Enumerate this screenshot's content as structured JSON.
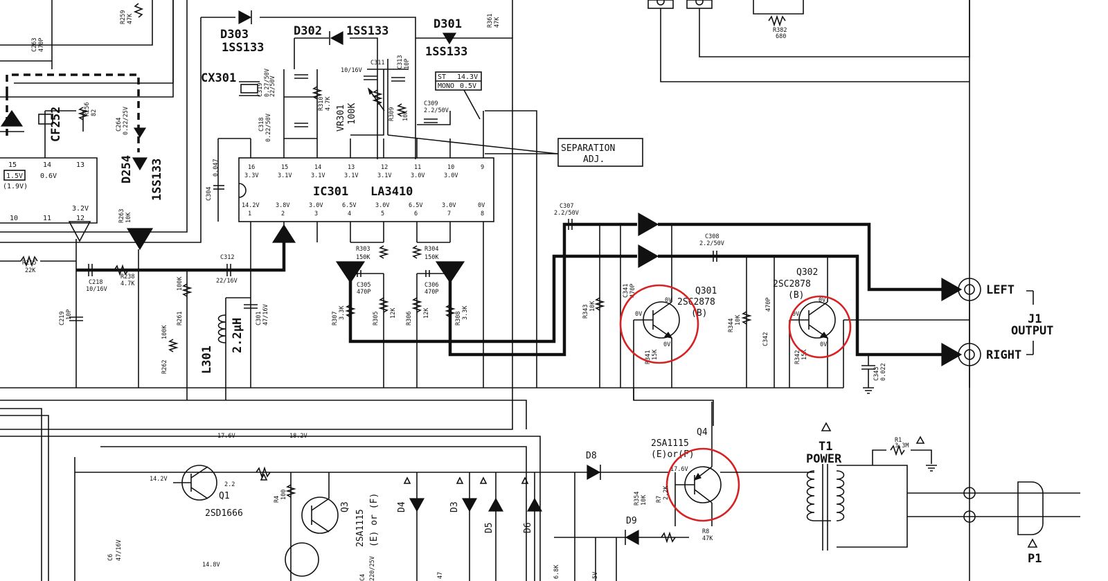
{
  "ic": {
    "ref": "IC301",
    "part": "LA3410",
    "top_pins": [
      {
        "n": "16",
        "v": "3.3V"
      },
      {
        "n": "15",
        "v": "3.1V"
      },
      {
        "n": "14",
        "v": "3.1V"
      },
      {
        "n": "13",
        "v": "3.1V"
      },
      {
        "n": "12",
        "v": "3.1V"
      },
      {
        "n": "11",
        "v": "3.0V"
      },
      {
        "n": "10",
        "v": "3.0V"
      },
      {
        "n": "9",
        "v": ""
      }
    ],
    "bottom_pins": [
      {
        "n": "1",
        "v": "14.2V"
      },
      {
        "n": "2",
        "v": "3.8V"
      },
      {
        "n": "3",
        "v": "3.0V"
      },
      {
        "n": "4",
        "v": "6.5V"
      },
      {
        "n": "5",
        "v": "3.0V"
      },
      {
        "n": "6",
        "v": "6.5V"
      },
      {
        "n": "7",
        "v": "3.0V"
      },
      {
        "n": "8",
        "v": "0V"
      }
    ]
  },
  "left_ic": {
    "pins_top": [
      "15",
      "14",
      "13"
    ],
    "volts_top": [
      "1.5V",
      "0.6V"
    ],
    "volt_paren": "(1.9V)",
    "pins_bottom": [
      "10",
      "11",
      "12"
    ],
    "volt_12": "3.2V"
  },
  "labels": {
    "d303": "D303",
    "d303_part": "1SS133",
    "d302": "D302",
    "d302_part": "1SS133",
    "d301": "D301",
    "d301_part": "1SS133",
    "cx301": "CX301",
    "cf252": "CF252",
    "d254": "D254",
    "d254_part": "1SS133",
    "vr301": "VR301",
    "vr301_val": "100K",
    "separation_1": "SEPARATION",
    "separation_2": "ADJ.",
    "st_label": "ST",
    "st_val": "14.3V",
    "mono_label": "MONO",
    "mono_val": "0.5V",
    "l301": "L301",
    "l301_val": "2.2μH",
    "q301": "Q301",
    "q301_part": "2SC2878",
    "q301_grade": "(B)",
    "q302": "Q302",
    "q302_part": "2SC2878",
    "q302_grade": "(B)",
    "left": "LEFT",
    "right": "RIGHT",
    "j1": "J1",
    "output": "OUTPUT",
    "q4": "Q4",
    "q4_part": "2SA1115",
    "q4_grade": "(E)or(F)",
    "q1": "Q1",
    "q1_part": "2SD1666",
    "q3": "Q3",
    "q3_part": "2SA1115",
    "q3_grade": "(E) or (F)",
    "d8": "D8",
    "d9": "D9",
    "d3": "D3",
    "d4": "D4",
    "d5": "D5",
    "d6": "D6",
    "t1": "T1",
    "power": "POWER",
    "p1": "P1",
    "r1": "R1",
    "r1_val": "3.3M",
    "v176": "17.6V",
    "v182": "18.2V",
    "v142": "14.2V",
    "v148": "14.8V",
    "v_q4": "17.6V",
    "r7": "R7",
    "r7_val": "2.2K",
    "r8": "R8",
    "r8_val": "47K",
    "r4": "R4",
    "r4_val": "100",
    "r354": "R354",
    "r354_val": "10K",
    "c4": "C4",
    "c4_val": "220/25V",
    "c6": "C6",
    "c6_val": "47/16V",
    "q1_r": "2.2",
    "r382": "R382",
    "r382_val": "680"
  },
  "small_labels": {
    "c307": "C307",
    "c307_val": "2.2/50V",
    "c308": "C308",
    "c308_val": "2.2/50V",
    "c309": "C309",
    "c309_val": "2.2/50V",
    "c310": "C310",
    "c310_val": "22/50V",
    "c311": "C311",
    "c311_val": "10/16V",
    "c312": "C312",
    "c312_val": "22/16V",
    "c313": "C313",
    "c313_val": "10P",
    "c304": "C304",
    "c304_val": "0.047",
    "c305": "C305",
    "c305_val": "470P",
    "c306": "C306",
    "c306_val": "470P",
    "c318": "C318",
    "c318_val": "0.22/50V",
    "c319": "C319",
    "c319_val": "0.27/50V",
    "c301": "C301",
    "c301_val": "47/16V",
    "c263": "C263",
    "c263_val": "470P",
    "c264": "C264",
    "c264_val": "0.22/25V",
    "c218": "C218",
    "c218_val": "10/16V",
    "c219": "C219",
    "c219_val": "10P",
    "c341": "C341",
    "c341_val": "470P",
    "c342": "C342",
    "c342_val": "470P",
    "c343": "C343",
    "c343_val": "0.022",
    "r259": "R259",
    "r259_val": "47K",
    "r256": "R256",
    "r256_val": "82",
    "r263": "R263",
    "r263_val": "10K",
    "r215": "R215",
    "r215_val": "22K",
    "r238": "R238",
    "r238_val": "4.7K",
    "r261": "R261",
    "r261_val": "100K",
    "r262": "R262",
    "r262_val": "100K",
    "r303": "R303",
    "r303_val": "150K",
    "r304": "R304",
    "r304_val": "150K",
    "r305": "R305",
    "r305_val": "12K",
    "r306": "R306",
    "r306_val": "12K",
    "r307": "R307",
    "r307_val": "3.3K",
    "r308": "R308",
    "r308_val": "3.3K",
    "r309": "R309",
    "r309_val": "10K",
    "r310": "R310",
    "r310_val": "4.7K",
    "r361": "R361",
    "r361_val": "47K",
    "r343": "R343",
    "r343_val": "10K",
    "r344": "R344",
    "r344_val": "10K",
    "r341": "R341",
    "r341_val": "15K",
    "r342": "R342",
    "r342_val": "15K",
    "q301_vc": "0V",
    "q301_vb": "0V",
    "q301_ve": "0V",
    "q302_vc": "0V",
    "q302_vb": "0V",
    "q302_ve": "0V",
    "misc_6k": "6.8K",
    "misc_5v": "5V",
    "misc_47": "47"
  },
  "colors": {
    "ink": "#111111",
    "highlight": "#d62222",
    "paper": "#ffffff"
  }
}
